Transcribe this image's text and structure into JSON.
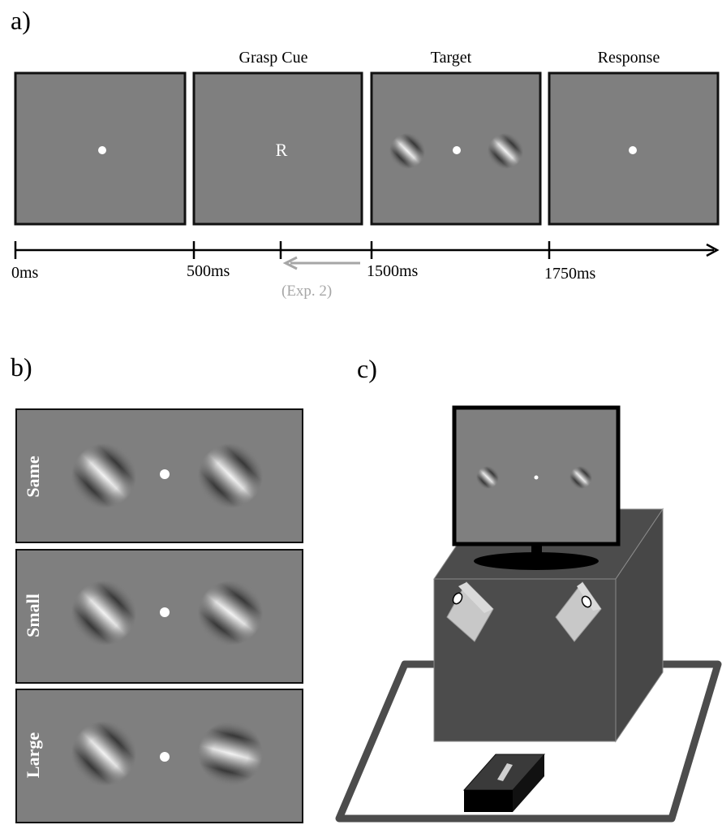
{
  "panel_labels": {
    "a": "a)",
    "b": "b)",
    "c": "c)"
  },
  "panel_a": {
    "frames": [
      {
        "title": "",
        "content": "fixation"
      },
      {
        "title": "Grasp Cue",
        "content": "cue",
        "cue_letter": "R"
      },
      {
        "title": "Target",
        "content": "gratings"
      },
      {
        "title": "Response",
        "content": "fixation"
      }
    ],
    "timeline": {
      "ticks": [
        "0ms",
        "500ms",
        "",
        "1500ms",
        "1750ms"
      ],
      "exp2_label": "(Exp. 2)"
    }
  },
  "panel_b": {
    "conditions": [
      {
        "label": "Same",
        "right_orientation": "same"
      },
      {
        "label": "Small",
        "right_orientation": "small-change"
      },
      {
        "label": "Large",
        "right_orientation": "large-change"
      }
    ]
  },
  "colors": {
    "screen_gray": "#7f7f7f",
    "frame_border": "#111111",
    "box_dark": "#4c4c4c",
    "object_light": "#c8c8c8",
    "exp2_arrow": "#a6a6a6"
  }
}
